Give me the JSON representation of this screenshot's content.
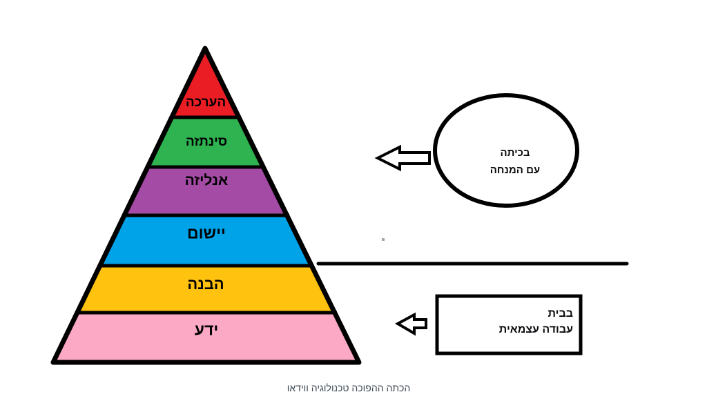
{
  "diagram": {
    "caption": "הכתה ההפוכה טכנולוגיה ווידאו",
    "caption_color": "#3e4a54",
    "pyramid": {
      "outline_color": "#000000",
      "levels": [
        {
          "id": "evaluation",
          "label": "הערכה",
          "color": "#ea1c24"
        },
        {
          "id": "synthesis",
          "label": "סינתזה",
          "color": "#2fb350"
        },
        {
          "id": "analysis",
          "label": "אנליזה",
          "color": "#a44ba5"
        },
        {
          "id": "application",
          "label": "יישום",
          "color": "#00a2e8"
        },
        {
          "id": "comprehension",
          "label": "הבנה",
          "color": "#ffc20e"
        },
        {
          "id": "knowledge",
          "label": "ידע",
          "color": "#fca9c5"
        }
      ]
    },
    "callouts": {
      "classroom": {
        "shape": "ellipse",
        "line1": "בכיתה",
        "line2": "עם המנחה"
      },
      "home": {
        "shape": "rectangle",
        "line1": "בבית",
        "line2": "עבודה עצמאית"
      }
    }
  }
}
